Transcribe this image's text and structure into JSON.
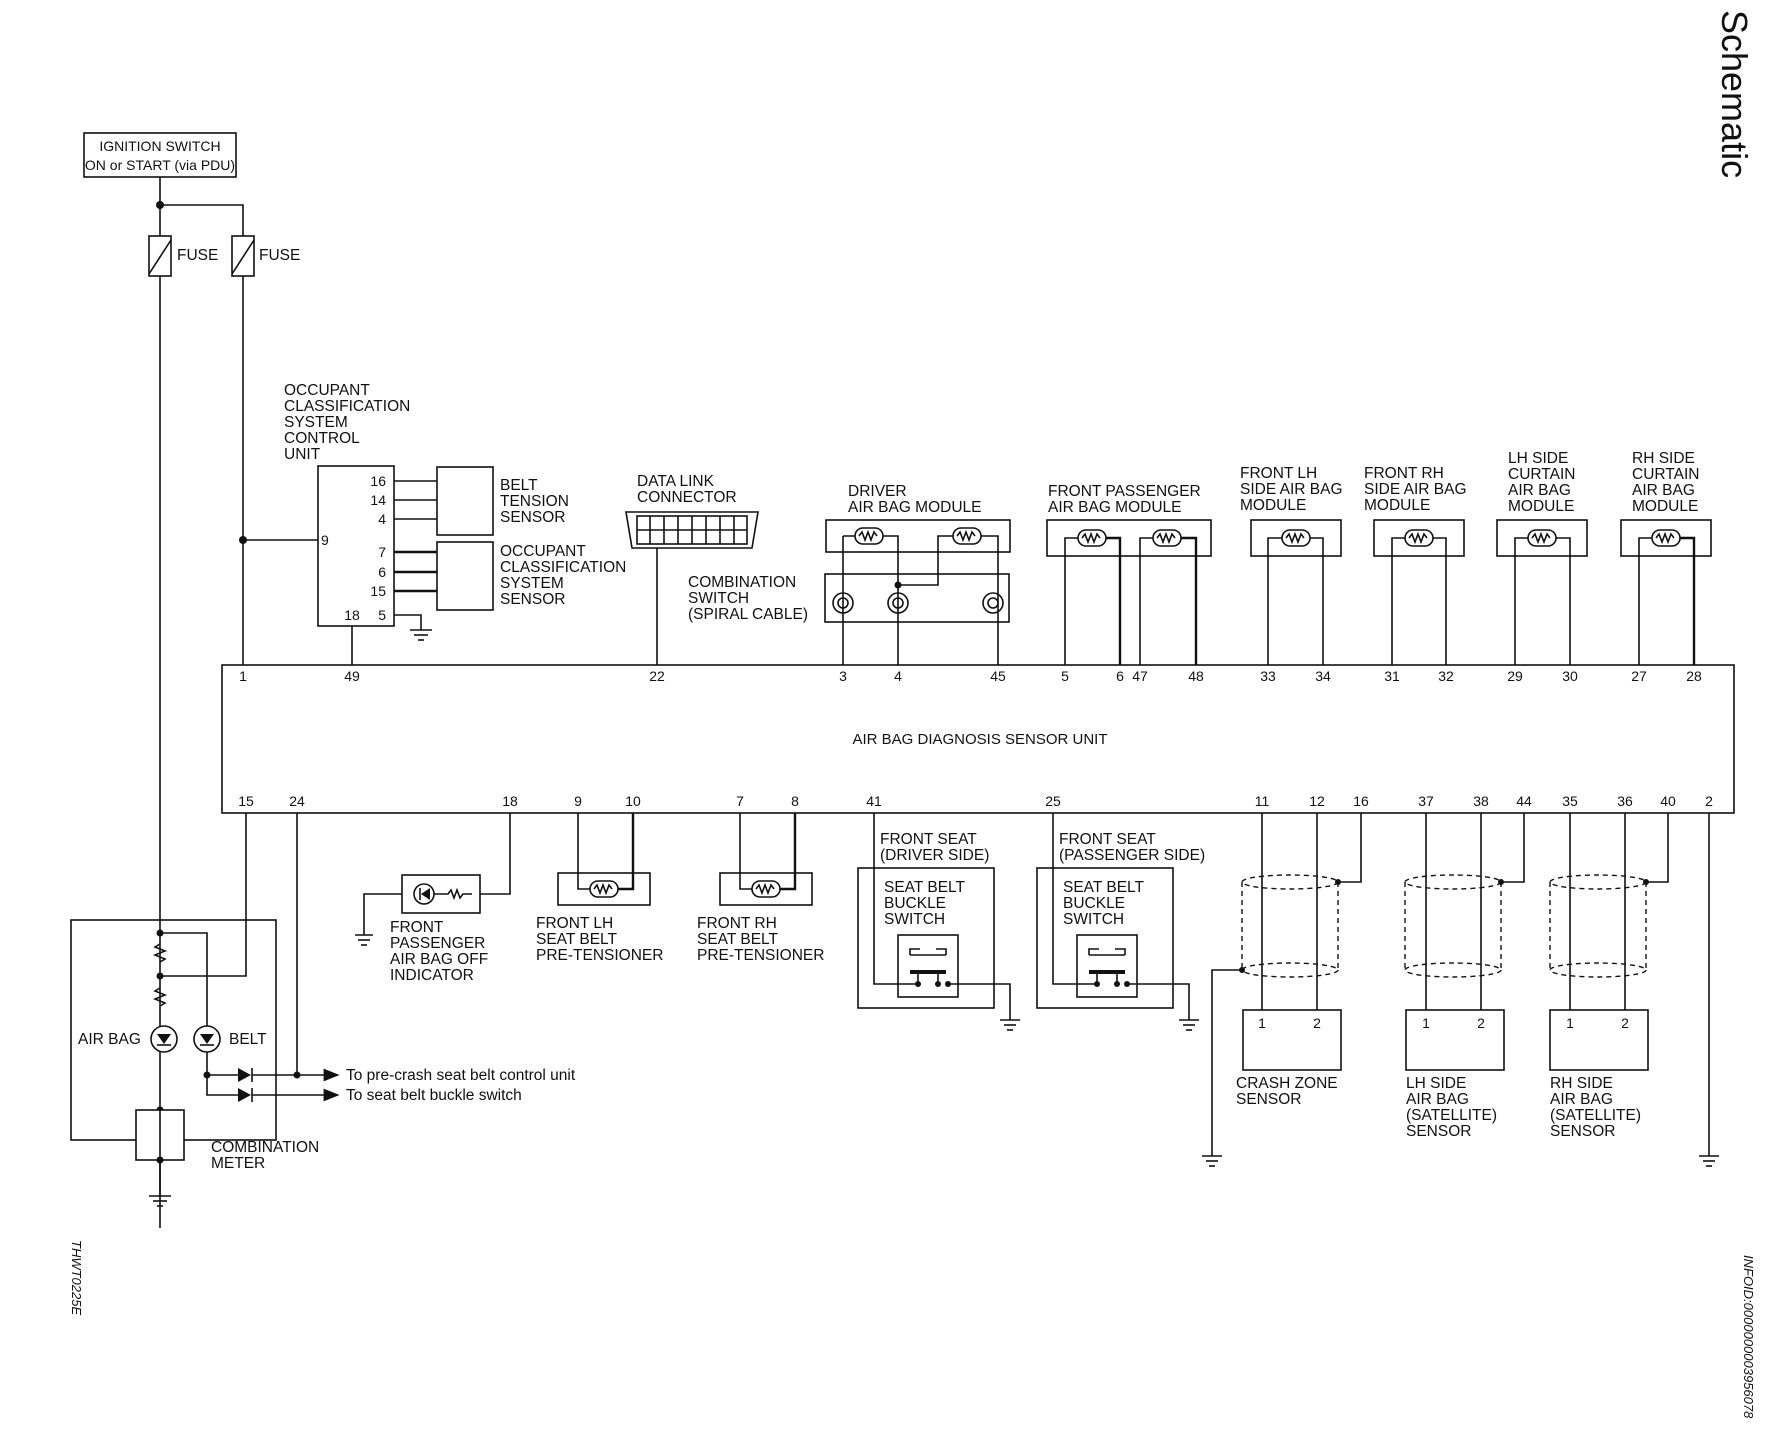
{
  "page_title": "Schematic",
  "figure_id": "THWT0225E",
  "info_id": "INFOID:0000000003956078",
  "ignition": {
    "line1": "IGNITION SWITCH",
    "line2": "ON or START (via PDU)"
  },
  "fuse_label": "FUSE",
  "ocs_unit": {
    "lines": [
      "OCCUPANT",
      "CLASSIFICATION",
      "SYSTEM",
      "CONTROL",
      "UNIT"
    ],
    "pins": [
      "16",
      "14",
      "4",
      "9",
      "7",
      "6",
      "15",
      "18",
      "5"
    ]
  },
  "belt_tension_sensor": {
    "lines": [
      "BELT",
      "TENSION",
      "SENSOR"
    ]
  },
  "ocs_sensor": {
    "lines": [
      "OCCUPANT",
      "CLASSIFICATION",
      "SYSTEM",
      "SENSOR"
    ]
  },
  "data_link_connector": {
    "lines": [
      "DATA LINK",
      "CONNECTOR"
    ]
  },
  "driver_air_bag": {
    "lines": [
      "DRIVER",
      "AIR BAG MODULE"
    ]
  },
  "combination_switch": {
    "lines": [
      "COMBINATION",
      "SWITCH",
      "(SPIRAL CABLE)"
    ]
  },
  "front_passenger_air_bag": {
    "lines": [
      "FRONT PASSENGER",
      "AIR BAG MODULE"
    ]
  },
  "front_lh_side_air_bag": {
    "lines": [
      "FRONT LH",
      "SIDE AIR BAG",
      "MODULE"
    ]
  },
  "front_rh_side_air_bag": {
    "lines": [
      "FRONT RH",
      "SIDE AIR BAG",
      "MODULE"
    ]
  },
  "lh_curtain_air_bag": {
    "lines": [
      "LH SIDE",
      "CURTAIN",
      "AIR BAG",
      "MODULE"
    ]
  },
  "rh_curtain_air_bag": {
    "lines": [
      "RH SIDE",
      "CURTAIN",
      "AIR BAG",
      "MODULE"
    ]
  },
  "sensor_unit": {
    "label": "AIR BAG DIAGNOSIS SENSOR UNIT",
    "top_pins": [
      "1",
      "49",
      "22",
      "3",
      "4",
      "45",
      "5",
      "6",
      "47",
      "48",
      "33",
      "34",
      "31",
      "32",
      "29",
      "30",
      "27",
      "28"
    ],
    "bottom_pins": [
      "15",
      "24",
      "18",
      "9",
      "10",
      "7",
      "8",
      "41",
      "25",
      "11",
      "12",
      "16",
      "37",
      "38",
      "44",
      "35",
      "36",
      "40",
      "2"
    ]
  },
  "passenger_off_indicator": {
    "lines": [
      "FRONT",
      "PASSENGER",
      "AIR BAG OFF",
      "INDICATOR"
    ]
  },
  "front_lh_pretensioner": {
    "lines": [
      "FRONT LH",
      "SEAT BELT",
      "PRE-TENSIONER"
    ]
  },
  "front_rh_pretensioner": {
    "lines": [
      "FRONT RH",
      "SEAT BELT",
      "PRE-TENSIONER"
    ]
  },
  "driver_seat": {
    "lines": [
      "FRONT SEAT",
      "(DRIVER SIDE)"
    ],
    "switch_lines": [
      "SEAT BELT",
      "BUCKLE",
      "SWITCH"
    ]
  },
  "passenger_seat": {
    "lines": [
      "FRONT SEAT",
      "(PASSENGER SIDE)"
    ],
    "switch_lines": [
      "SEAT BELT",
      "BUCKLE",
      "SWITCH"
    ]
  },
  "crash_zone_sensor": {
    "lines": [
      "CRASH ZONE",
      "SENSOR"
    ],
    "pins": [
      "1",
      "2"
    ]
  },
  "lh_satellite_sensor": {
    "lines": [
      "LH SIDE",
      "AIR BAG",
      "(SATELLITE)",
      "SENSOR"
    ],
    "pins": [
      "1",
      "2"
    ]
  },
  "rh_satellite_sensor": {
    "lines": [
      "RH SIDE",
      "AIR BAG",
      "(SATELLITE)",
      "SENSOR"
    ],
    "pins": [
      "1",
      "2"
    ]
  },
  "combination_meter": {
    "lines": [
      "COMBINATION",
      "METER"
    ],
    "air_bag_label": "AIR BAG",
    "belt_label": "BELT",
    "to_pre_crash": "To pre-crash seat belt control unit",
    "to_buckle": "To seat belt buckle switch"
  }
}
